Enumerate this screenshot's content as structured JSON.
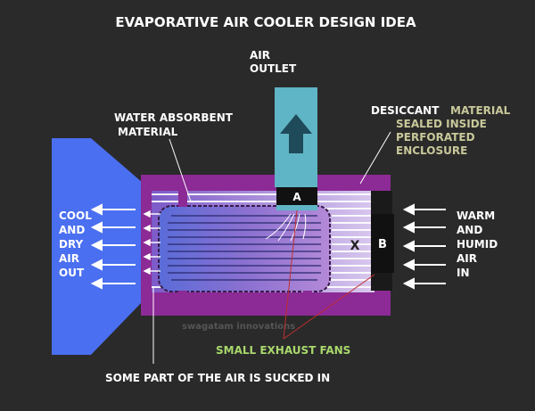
{
  "title": "EVAPORATIVE AIR COOLER DESIGN IDEA",
  "labels": {
    "air_outlet": [
      "AIR",
      "OUTLET"
    ],
    "water_absorbent": [
      "WATER ABSORBENT",
      "MATERIAL"
    ],
    "desiccant_white": "DESICCANT",
    "desiccant_lines": [
      "MATERIAL",
      "SEALED INSIDE",
      "PERFORATED",
      "ENCLOSURE"
    ],
    "cool_out": [
      "COOL",
      "AND",
      "DRY",
      "AIR",
      "OUT"
    ],
    "warm_in": [
      "WARM",
      "AND",
      "HUMID",
      "AIR",
      "IN"
    ],
    "fan_a": "A",
    "fan_b": "B",
    "x_mark": "X",
    "small_exhaust_fans": "SMALL EXHAUST FANS",
    "sucked_in": "SOME PART OF THE AIR IS SUCKED IN",
    "watermark": "swagatam innovations"
  },
  "colors": {
    "background": "#2a2a2a",
    "housing": "#8c2a96",
    "blue_outlet": "#4a6ff0",
    "air_outlet_duct": "#5fb5c5",
    "green_text": "#a8d86c",
    "desiccant_text": "#c8c89a"
  },
  "icons": {
    "up_arrow": "up-arrow-icon",
    "flow_arrows": "left-arrow-icon"
  }
}
